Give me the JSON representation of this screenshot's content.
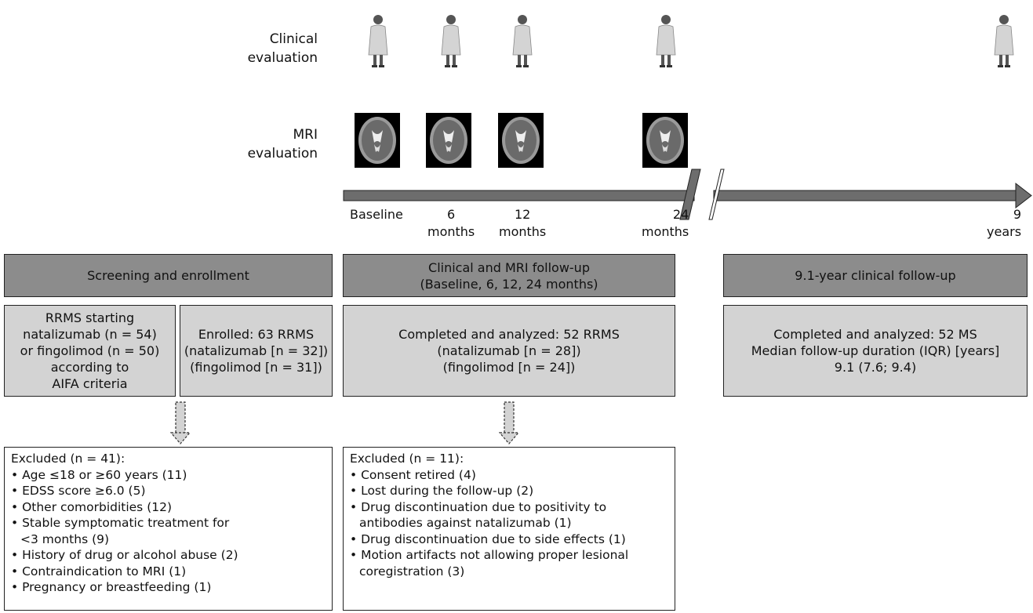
{
  "rows": {
    "clinical": "Clinical\nevaluation",
    "mri": "MRI\nevaluation"
  },
  "timeline": {
    "ticks": [
      "Baseline",
      "6\nmonths",
      "12\nmonths",
      "24\nmonths",
      "9\nyears"
    ]
  },
  "icons": {
    "clinician": "doctor-figure-icon",
    "mri_scan": "brain-mri-scan-icon",
    "arrow": "dashed-down-arrow-icon"
  },
  "colors": {
    "header_fill": "#8c8c8c",
    "box_fill": "#d3d3d3",
    "timeline_arrow": "#6d6d6d"
  },
  "phases": [
    {
      "header": "Screening and enrollment"
    },
    {
      "header": "Clinical and MRI follow-up\n(Baseline, 6, 12, 24 months)"
    },
    {
      "header": "9.1-year clinical follow-up"
    }
  ],
  "boxes": {
    "screening": "RRMS starting\nnatalizumab (n = 54)\nor fingolimod (n = 50)\naccording to\nAIFA criteria",
    "enrolled": "Enrolled: 63 RRMS\n(natalizumab [n = 32])\n(fingolimod [n = 31])",
    "followup": "Completed and analyzed: 52 RRMS\n(natalizumab [n = 28])\n(fingolimod [n = 24])",
    "longterm": "Completed and analyzed: 52 MS\nMedian follow-up duration (IQR) [years]\n9.1 (7.6; 9.4)"
  },
  "excluded_enrollment": {
    "title": "Excluded (n = 41):",
    "items": [
      "Age ≤18 or ≥60 years (11)",
      "EDSS score ≥6.0 (5)",
      "Other comorbidities (12)",
      "Stable symptomatic treatment for <3 months (9)",
      "History of drug or alcohol abuse (2)",
      "Contraindication to MRI (1)",
      "Pregnancy or breastfeeding (1)"
    ]
  },
  "excluded_followup": {
    "title": "Excluded (n = 11):",
    "items": [
      "Consent retired (4)",
      "Lost during the follow-up (2)",
      "Drug discontinuation due to positivity to antibodies against natalizumab (1)",
      "Drug discontinuation due to side effects (1)",
      "Motion artifacts not allowing proper lesional coregistration (3)"
    ]
  }
}
